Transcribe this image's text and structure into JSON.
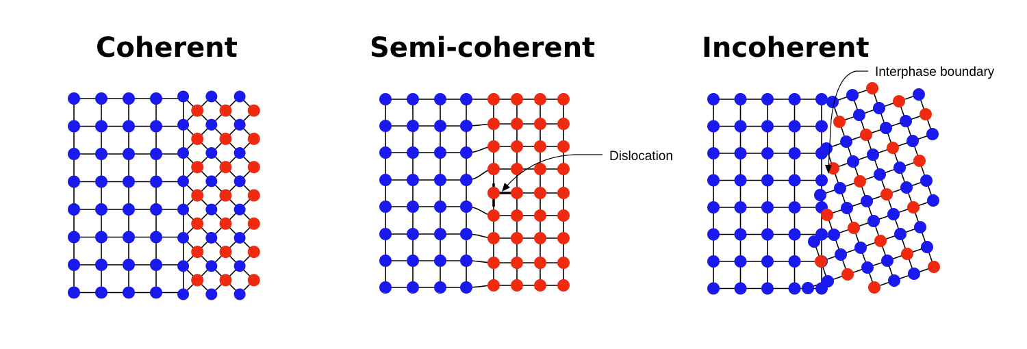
{
  "panels": {
    "coherent": {
      "title": "Coherent"
    },
    "semi_coherent": {
      "title": "Semi-coherent",
      "annotation": "Dislocation"
    },
    "incoherent": {
      "title": "Incoherent",
      "annotation": "Interphase boundary"
    }
  },
  "colors": {
    "matrix_atom": "#1a1aee",
    "precipitate_atom": "#ee2a10",
    "bond": "#000000"
  }
}
